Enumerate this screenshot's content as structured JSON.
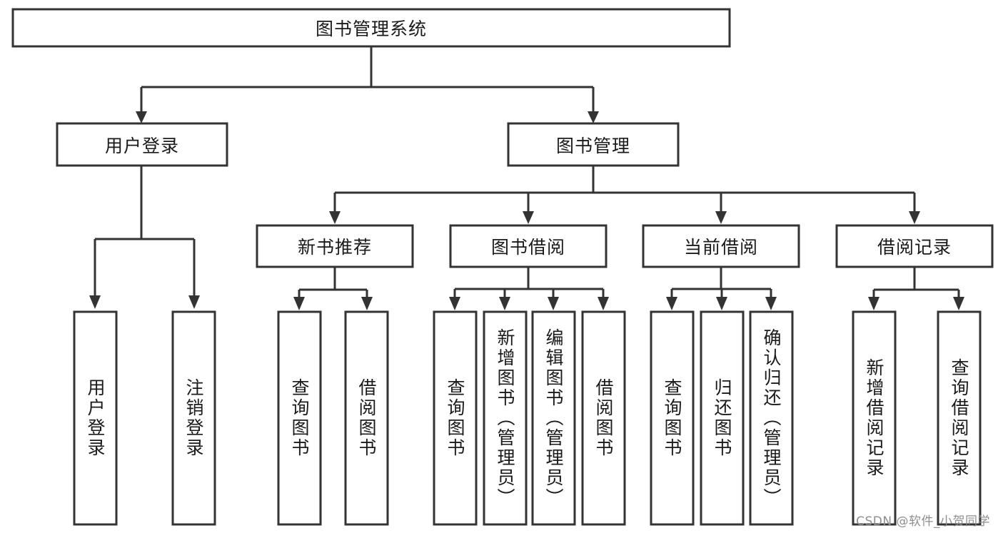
{
  "diagram": {
    "type": "hierarchy-tree",
    "title": "图书管理系统",
    "orientation": "top-down",
    "colors": {
      "box_stroke": "#333333",
      "box_fill": "#ffffff",
      "connector": "#333333",
      "text": "#1a1a1a",
      "watermark": "#8e8e8e",
      "background": "#ffffff"
    },
    "levels": 3,
    "root": {
      "label": "图书管理系统"
    },
    "level2": [
      {
        "label": "用户登录"
      },
      {
        "label": "图书管理"
      }
    ],
    "level3": [
      {
        "label": "新书推荐",
        "parent": "图书管理"
      },
      {
        "label": "图书借阅",
        "parent": "图书管理"
      },
      {
        "label": "当前借阅",
        "parent": "图书管理"
      },
      {
        "label": "借阅记录",
        "parent": "图书管理"
      }
    ],
    "leaves": [
      {
        "label": "用户登录",
        "parent": "用户登录"
      },
      {
        "label": "注销登录",
        "parent": "用户登录"
      },
      {
        "label": "查询图书",
        "parent": "新书推荐"
      },
      {
        "label": "借阅图书",
        "parent": "新书推荐"
      },
      {
        "label": "查询图书",
        "parent": "图书借阅"
      },
      {
        "label": "新增图书（管理员）",
        "parent": "图书借阅"
      },
      {
        "label": "编辑图书（管理员）",
        "parent": "图书借阅"
      },
      {
        "label": "借阅图书",
        "parent": "图书借阅"
      },
      {
        "label": "查询图书",
        "parent": "当前借阅"
      },
      {
        "label": "归还图书",
        "parent": "当前借阅"
      },
      {
        "label": "确认归还（管理员）",
        "parent": "当前借阅"
      },
      {
        "label": "新增借阅记录",
        "parent": "借阅记录"
      },
      {
        "label": "查询借阅记录",
        "parent": "借阅记录"
      }
    ]
  },
  "watermark": {
    "text": "CSDN @软件_小贺同学"
  }
}
